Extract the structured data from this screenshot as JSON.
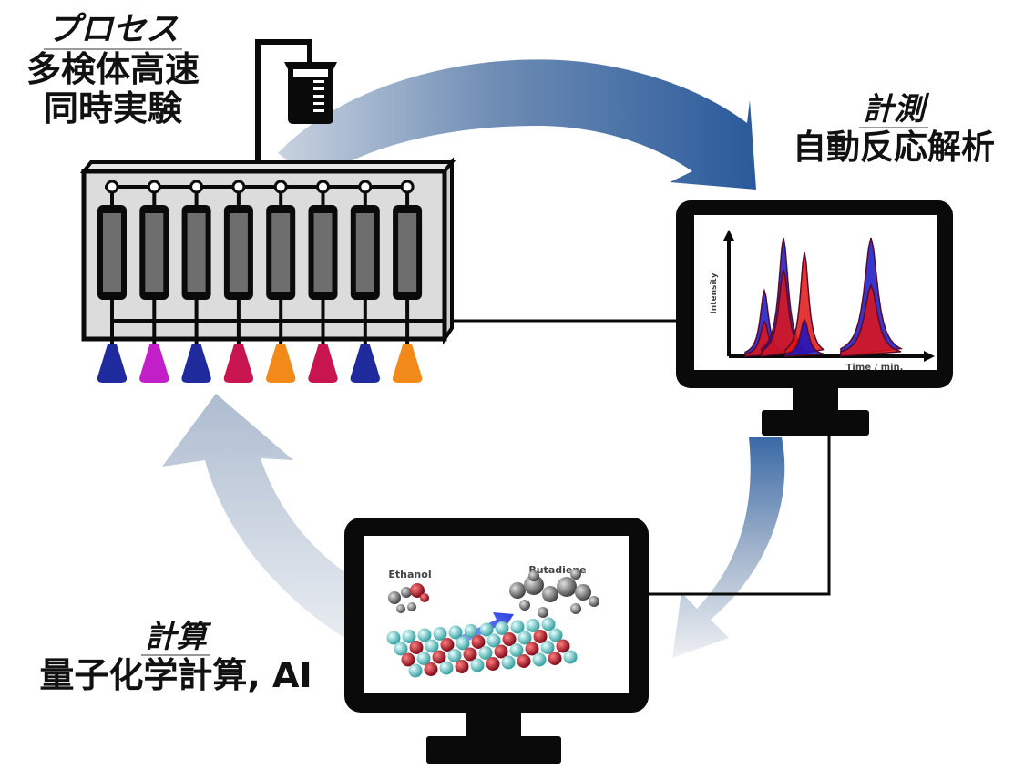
{
  "labels": {
    "process": {
      "heading": "プロセス",
      "lines": [
        "多検体高速",
        "同時実験"
      ]
    },
    "measurement": {
      "heading": "計測",
      "lines": [
        "自動反応解析"
      ]
    },
    "computation": {
      "heading": "計算",
      "lines": [
        "量子化学計算, AI"
      ]
    }
  },
  "reactor": {
    "channel_count": 8,
    "flask_colors": [
      "#1f2a9c",
      "#c21fc8",
      "#1f2a9c",
      "#c8154f",
      "#f28a1a",
      "#c8154f",
      "#1f2a9c",
      "#f28a1a"
    ]
  },
  "analysis_monitor": {
    "y_axis_label": "Intensity",
    "x_axis_label": "Time / min.",
    "series_colors": {
      "blue": "#1414c8",
      "red": "#e01414"
    }
  },
  "computation_monitor": {
    "reactant_label": "Ethanol",
    "product_label": "Butadiene"
  },
  "colors": {
    "arrow_dark": "#2d5e9e",
    "arrow_light": "#e4e8ee",
    "outline": "#0a0a0a",
    "reactor_fill": "#dcdcdc",
    "column_fill": "#6e6e6e"
  }
}
